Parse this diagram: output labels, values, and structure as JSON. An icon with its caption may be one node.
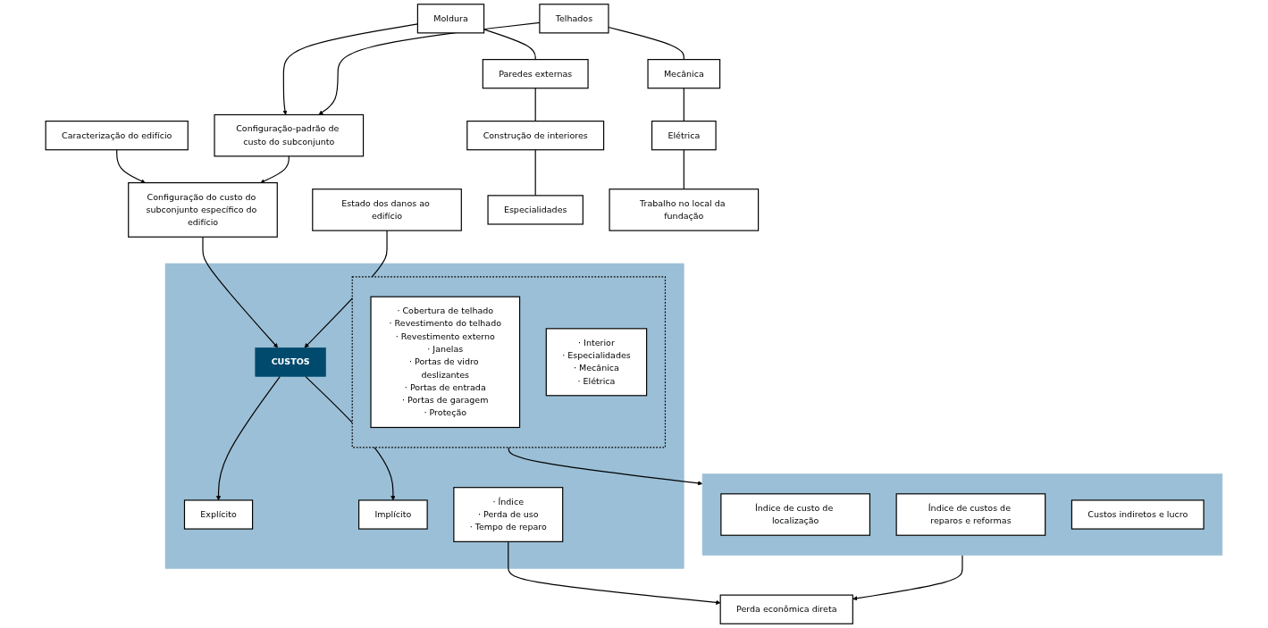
{
  "diagram": {
    "nodes": [
      {
        "text": [
          "Caracterização do edifício"
        ]
      },
      {
        "text": [
          "Configuração-padrão de custo do subconjunto"
        ]
      },
      {
        "text": [
          "Configuração do custo do subconjunto específico do edifício"
        ]
      },
      {
        "text": [
          "Estado dos danos ao edifício"
        ]
      },
      {
        "text": [],
        "shape": "box"
      },
      {
        "text": [
          "CUSTOS"
        ],
        "in": 4
      },
      {
        "text": [
          "Explícito"
        ],
        "in": 4
      },
      {
        "text": [
          "Implícito"
        ],
        "in": 4
      },
      {
        "text": [],
        "shape": "box",
        "in": 4
      },
      {
        "text": [
          "· Cobertura de telhado",
          "· Revestimento do telhado",
          "· Revestimento externo",
          "· Janelas",
          "· Portas de vidro deslizantes",
          "· Portas de entrada",
          "· Portas de garagem",
          "· Proteção"
        ],
        "in": 8
      },
      {
        "text": [
          "· Interior",
          "· Especialidades",
          "· Mecânica",
          "· Elétrica"
        ],
        "in": 8
      },
      {
        "text": [
          "· Índice",
          "· Perda de uso",
          "· Tempo de reparo"
        ],
        "in": 4
      },
      {
        "text": [],
        "shape": "box"
      },
      {
        "text": [
          "Índice de custo de localização"
        ],
        "in": 12
      },
      {
        "text": [
          "Índice de custos de reparos e reformas"
        ],
        "in": 12
      },
      {
        "text": [
          "Custos indiretos e lucro"
        ],
        "in": 12
      },
      {
        "text": [
          "Perda econômica direta"
        ]
      },
      {
        "text": [
          "Moldura"
        ]
      },
      {
        "text": [
          "Paredes externas"
        ]
      },
      {
        "text": [
          "Construção de interiores"
        ]
      },
      {
        "text": [
          "Especialidades"
        ]
      },
      {
        "text": [
          "Telhados"
        ]
      },
      {
        "text": [
          "Mecânica"
        ]
      },
      {
        "text": [
          "Elétrica"
        ]
      },
      {
        "text": [
          "Trabalho no local da fundação"
        ]
      }
    ],
    "edges": [
      {
        "from": 0,
        "to": 2,
        "arrow": "to"
      },
      {
        "from": 1,
        "to": 2,
        "arrow": "to"
      },
      {
        "from": 2,
        "to": 5,
        "arrow": "to"
      },
      {
        "from": 3,
        "to": 5,
        "arrow": "to"
      },
      {
        "from": 5,
        "to": 6,
        "arrow": "to"
      },
      {
        "from": 5,
        "to": 7,
        "arrow": "to"
      },
      {
        "from": 17,
        "to": 1,
        "arrow": "to"
      },
      {
        "from": 21,
        "to": 1,
        "arrow": "to"
      },
      {
        "from": 17,
        "to": 18,
        "arrow": "none"
      },
      {
        "from": 18,
        "to": 19,
        "arrow": "none"
      },
      {
        "from": 19,
        "to": 20,
        "arrow": "none"
      },
      {
        "from": 21,
        "to": 22,
        "arrow": "none"
      },
      {
        "from": 22,
        "to": 23,
        "arrow": "none"
      },
      {
        "from": 23,
        "to": 24,
        "arrow": "none"
      },
      {
        "from": 8,
        "to": 12,
        "arrow": "to"
      },
      {
        "from": 12,
        "to": 16,
        "arrow": "to"
      },
      {
        "from": 11,
        "to": 16,
        "arrow": "to"
      }
    ]
  }
}
